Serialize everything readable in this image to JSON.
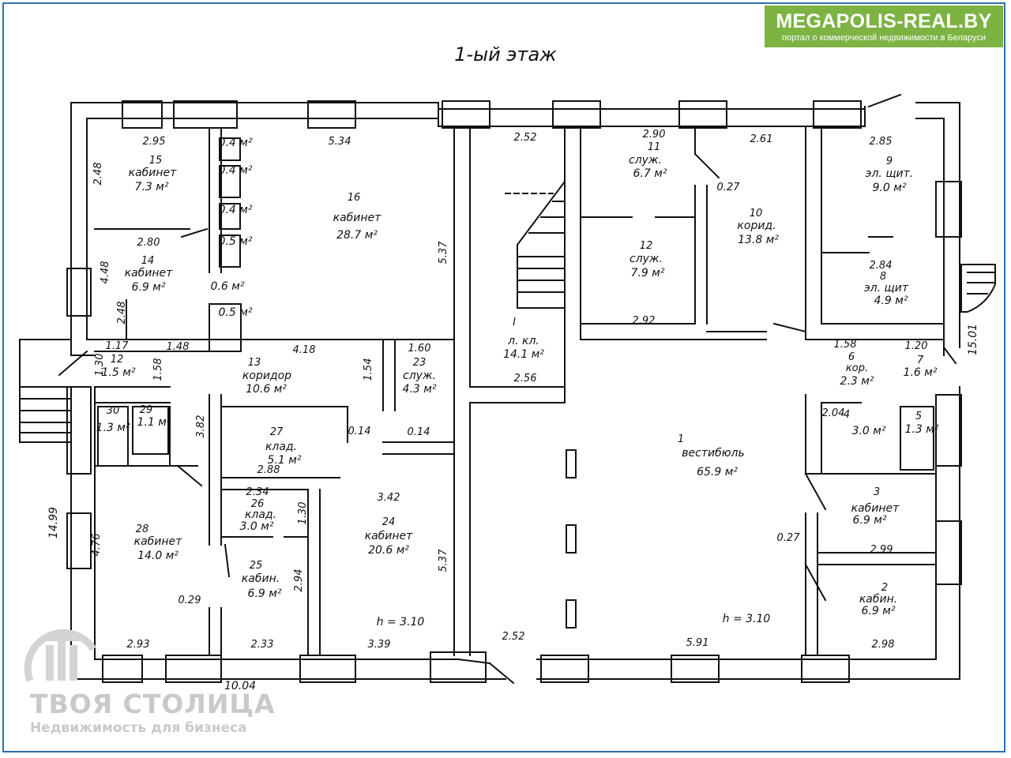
{
  "header": {
    "title": "1-ый этаж",
    "logo_title": "MEGAPOLIS-REAL.BY",
    "logo_subtitle": "портал о коммерческой недвижимости в Беларуси"
  },
  "watermark": {
    "name": "ТВОЯ СТОЛИЦА",
    "tagline": "Недвижимость для бизнеса"
  },
  "colors": {
    "logo_bg": "#7cb342",
    "frame": "#2f6fa8",
    "watermark": "#c9c9c9",
    "ink": "#111111"
  },
  "labels": [
    "2.95",
    "15",
    "кабинет",
    "7.3 м²",
    "2.48",
    "0.4 м²",
    "0.4 м²",
    "0.4 м²",
    "0.5 м²",
    "0.6 м²",
    "0.5 м²",
    "5.34",
    "16",
    "кабинет",
    "28.7 м²",
    "2.80",
    "14",
    "кабинет",
    "6.9 м²",
    "4.48",
    "2.48",
    "1.17",
    "1.30",
    "12",
    "1.5 м²",
    "1.58",
    "1.48",
    "4.18",
    "13",
    "коридор",
    "10.6 м²",
    "1.54",
    "1.60",
    "23",
    "служ.",
    "4.3 м²",
    "5.37",
    "0.14",
    "0.14",
    "30",
    "1.3 м²",
    "29",
    "1.1 м²",
    "3.82",
    "27",
    "клад.",
    "5.1 м²",
    "2.88",
    "2.34",
    "26",
    "клад.",
    "3.0 м²",
    "1.30",
    "3.42",
    "24",
    "кабинет",
    "20.6 м²",
    "14.99",
    "4.76",
    "28",
    "кабинет",
    "14.0 м²",
    "0.29",
    "25",
    "кабин.",
    "6.9 м²",
    "2.94",
    "2.93",
    "2.33",
    "3.39",
    "h = 3.10",
    "10.04",
    "2.52",
    "I",
    "л. кл.",
    "14.1 м²",
    "2.56",
    "5.37",
    "2.52",
    "2.90",
    "11",
    "служ.",
    "6.7 м²",
    "12",
    "служ.",
    "7.9 м²",
    "2.92",
    "2.61",
    "0.27",
    "10",
    "корид.",
    "13.8 м²",
    "2.85",
    "9",
    "эл. щит.",
    "9.0 м²",
    "2.84",
    "8",
    "эл. щит",
    "4.9 м²",
    "15.01",
    "1.58",
    "6",
    "кор.",
    "2.3 м²",
    "1.20",
    "7",
    "1.6 м²",
    "2.04",
    "4",
    "3.0 м²",
    "5",
    "1.3 м²",
    "1",
    "вестибюль",
    "65.9 м²",
    "3",
    "кабинет",
    "6.9 м²",
    "0.27",
    "2.99",
    "2",
    "кабин.",
    "6.9 м²",
    "h = 3.10",
    "5.91",
    "2.98"
  ]
}
